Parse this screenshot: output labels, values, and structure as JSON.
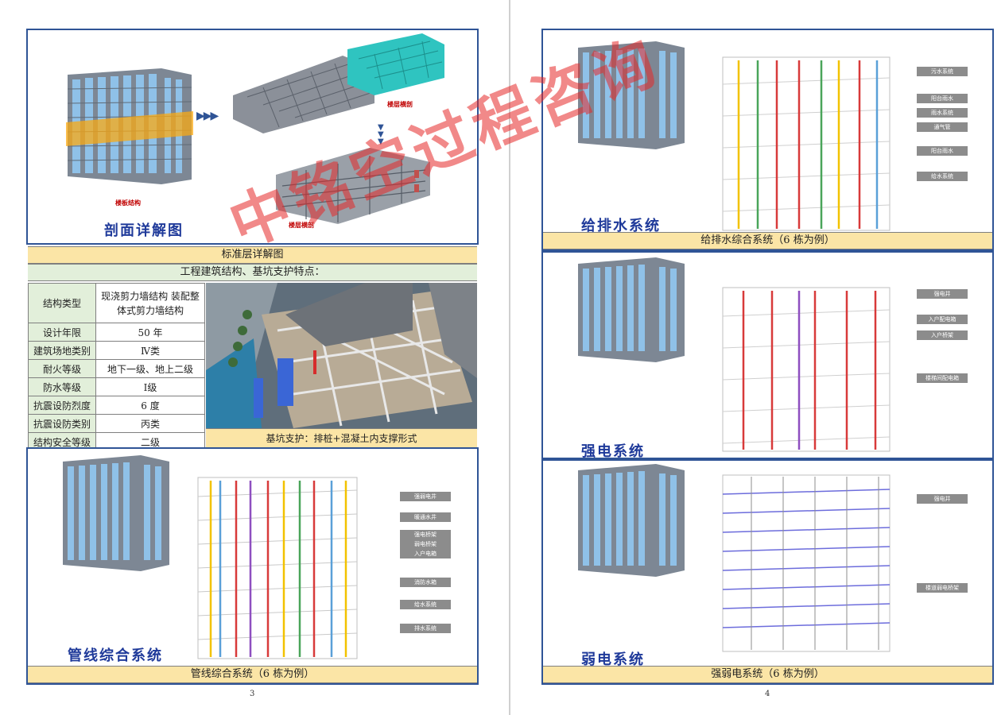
{
  "left_page": {
    "section_title": "剖面详解图",
    "std_floor_caption": "标准层详解图",
    "overview_caption": "工程建筑结构、基坑支护特点：",
    "label_floor_structure": "楼板结构",
    "label_floor_section": "楼层横剖",
    "label_floor_plan": "楼层横剖",
    "spec_rows": [
      {
        "label": "结构类型",
        "value": "现浇剪力墙结构 装配整体式剪力墙结构"
      },
      {
        "label": "设计年限",
        "value": "50 年"
      },
      {
        "label": "建筑场地类别",
        "value": "Ⅳ类"
      },
      {
        "label": "耐火等级",
        "value": "地下一级、地上二级"
      },
      {
        "label": "防水等级",
        "value": "Ⅰ级"
      },
      {
        "label": "抗震设防烈度",
        "value": "6 度"
      },
      {
        "label": "抗震设防类别",
        "value": "丙类"
      },
      {
        "label": "结构安全等级",
        "value": "二级"
      }
    ],
    "pit_caption": "基坑支护：排桩+混凝土内支撑形式",
    "pipeline_title": "管线综合系统",
    "pipeline_caption": "管线综合系统（6 栋为例）",
    "pipeline_callouts": [
      "强弱电井",
      "暖通水井",
      "强电桥架",
      "弱电桥架",
      "入户电箱",
      "消防水箱",
      "给水系统",
      "排水系统"
    ],
    "page_number": "3"
  },
  "right_page": {
    "water_title": "给排水系统",
    "water_caption": "给排水综合系统（6 栋为例）",
    "water_callouts": [
      "污水系统",
      "阳台雨水",
      "雨水系统",
      "通气管",
      "阳台雨水",
      "给水系统"
    ],
    "strong_title": "强电系统",
    "strong_callouts": [
      "强电井",
      "入户配电箱",
      "入户桥架",
      "楼梯间配电箱"
    ],
    "weak_title": "弱电系统",
    "weak_callouts": [
      "强电井",
      "楼道弱电桥架"
    ],
    "power_caption": "强弱电系统（6 栋为例）",
    "page_number": "4"
  },
  "watermark": "中铭空过程咨询",
  "colors": {
    "frame": "#2f5496",
    "caption_bg": "#fbe5a6",
    "label_bg": "#e2efda",
    "title": "#1f3a9a",
    "watermark": "#e62828"
  }
}
